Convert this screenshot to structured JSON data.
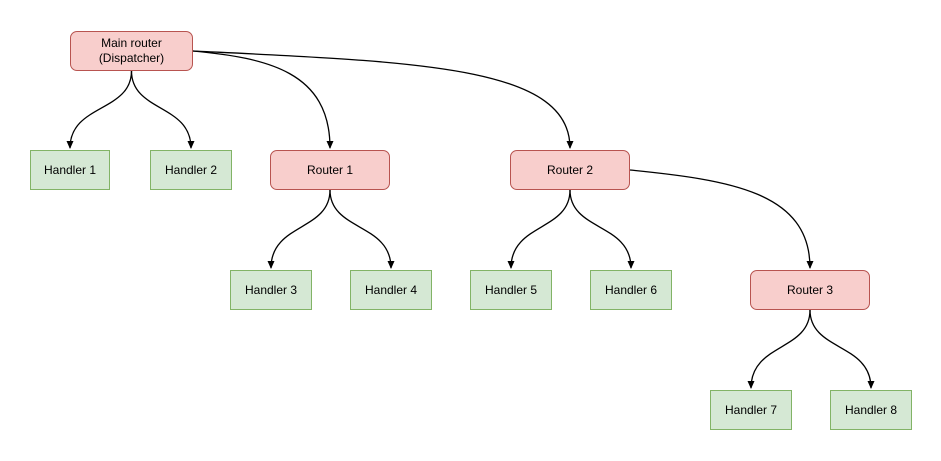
{
  "diagram": {
    "colors": {
      "router_fill": "#f8cecc",
      "router_border": "#b85450",
      "handler_fill": "#d5e8d4",
      "handler_border": "#82b366",
      "edge_stroke": "#000000",
      "background": "#ffffff"
    },
    "nodes": {
      "main_router": {
        "label": "Main router\n(Dispatcher)",
        "type": "router"
      },
      "router_1": {
        "label": "Router 1",
        "type": "router"
      },
      "router_2": {
        "label": "Router 2",
        "type": "router"
      },
      "router_3": {
        "label": "Router 3",
        "type": "router"
      },
      "handler_1": {
        "label": "Handler 1",
        "type": "handler"
      },
      "handler_2": {
        "label": "Handler 2",
        "type": "handler"
      },
      "handler_3": {
        "label": "Handler 3",
        "type": "handler"
      },
      "handler_4": {
        "label": "Handler 4",
        "type": "handler"
      },
      "handler_5": {
        "label": "Handler 5",
        "type": "handler"
      },
      "handler_6": {
        "label": "Handler 6",
        "type": "handler"
      },
      "handler_7": {
        "label": "Handler 7",
        "type": "handler"
      },
      "handler_8": {
        "label": "Handler 8",
        "type": "handler"
      }
    },
    "edges": [
      {
        "from": "main_router",
        "to": "handler_1"
      },
      {
        "from": "main_router",
        "to": "handler_2"
      },
      {
        "from": "main_router",
        "to": "router_1"
      },
      {
        "from": "main_router",
        "to": "router_2"
      },
      {
        "from": "router_1",
        "to": "handler_3"
      },
      {
        "from": "router_1",
        "to": "handler_4"
      },
      {
        "from": "router_2",
        "to": "handler_5"
      },
      {
        "from": "router_2",
        "to": "handler_6"
      },
      {
        "from": "router_2",
        "to": "router_3"
      },
      {
        "from": "router_3",
        "to": "handler_7"
      },
      {
        "from": "router_3",
        "to": "handler_8"
      }
    ]
  }
}
